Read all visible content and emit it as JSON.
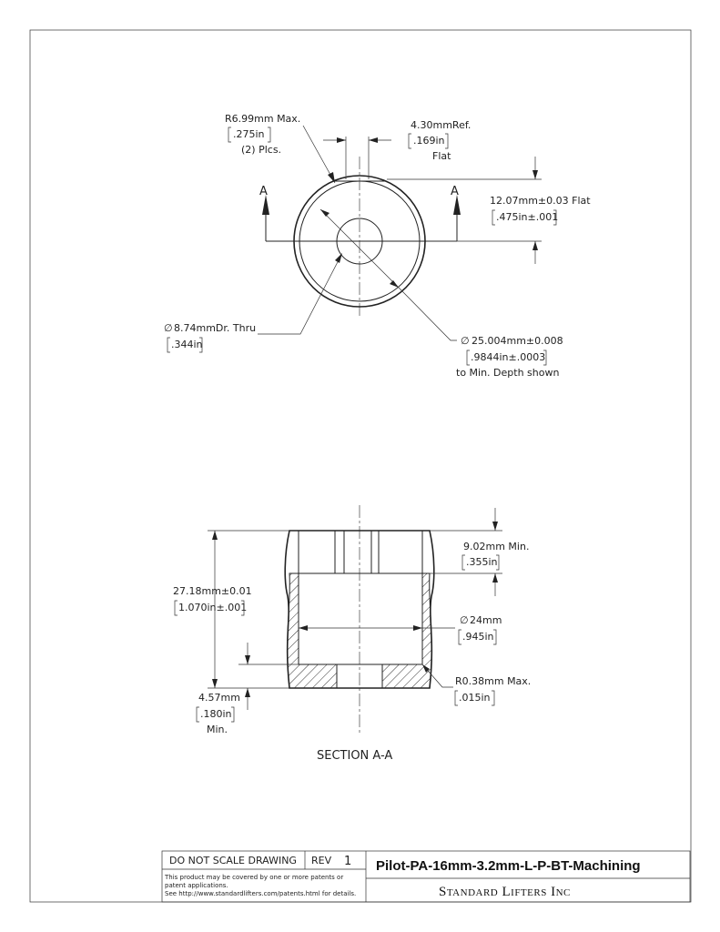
{
  "top_view": {
    "section_letter_left": "A",
    "section_letter_right": "A",
    "radius_note": {
      "line1": "R6.99mm Max.",
      "line2": ".275in",
      "line3": "(2) Plcs."
    },
    "flat_ref": {
      "line1": "4.30mmRef.",
      "line2": ".169in",
      "line3": "Flat"
    },
    "flat_width": {
      "line1": "12.07mm±0.03 Flat",
      "line2": ".475in±.001"
    },
    "thru_hole": {
      "symbol": "∅",
      "line1": "8.74mmDr. Thru",
      "line2": ".344in"
    },
    "bore": {
      "symbol": "∅",
      "line1": "25.004mm±0.008",
      "line2": ".9844in±.0003",
      "line3": "to Min. Depth shown"
    }
  },
  "section_view": {
    "min_depth": {
      "line1": "9.02mm Min.",
      "line2": ".355in"
    },
    "overall_height": {
      "line1": "27.18mm±0.01",
      "line2": "1.070in±.001"
    },
    "inner_dia": {
      "symbol": "∅",
      "line1": "24mm",
      "line2": ".945in"
    },
    "fillet": {
      "line1": "R0.38mm Max.",
      "line2": ".015in"
    },
    "bottom_thickness": {
      "line1": "4.57mm",
      "line2": ".180in",
      "line3": "Min."
    },
    "caption": "SECTION A-A"
  },
  "title_block": {
    "do_not_scale": "DO NOT SCALE DRAWING",
    "rev_label": "REV",
    "rev_value": "1",
    "patent_line1": "This product may be covered by one or more patents or",
    "patent_line2": "patent applications.",
    "patent_line3": "See http://www.standardlifters.com/patents.html for details.",
    "part_number": "Pilot-PA-16mm-3.2mm-L-P-BT-Machining",
    "company": "Standard Lifters Inc"
  }
}
